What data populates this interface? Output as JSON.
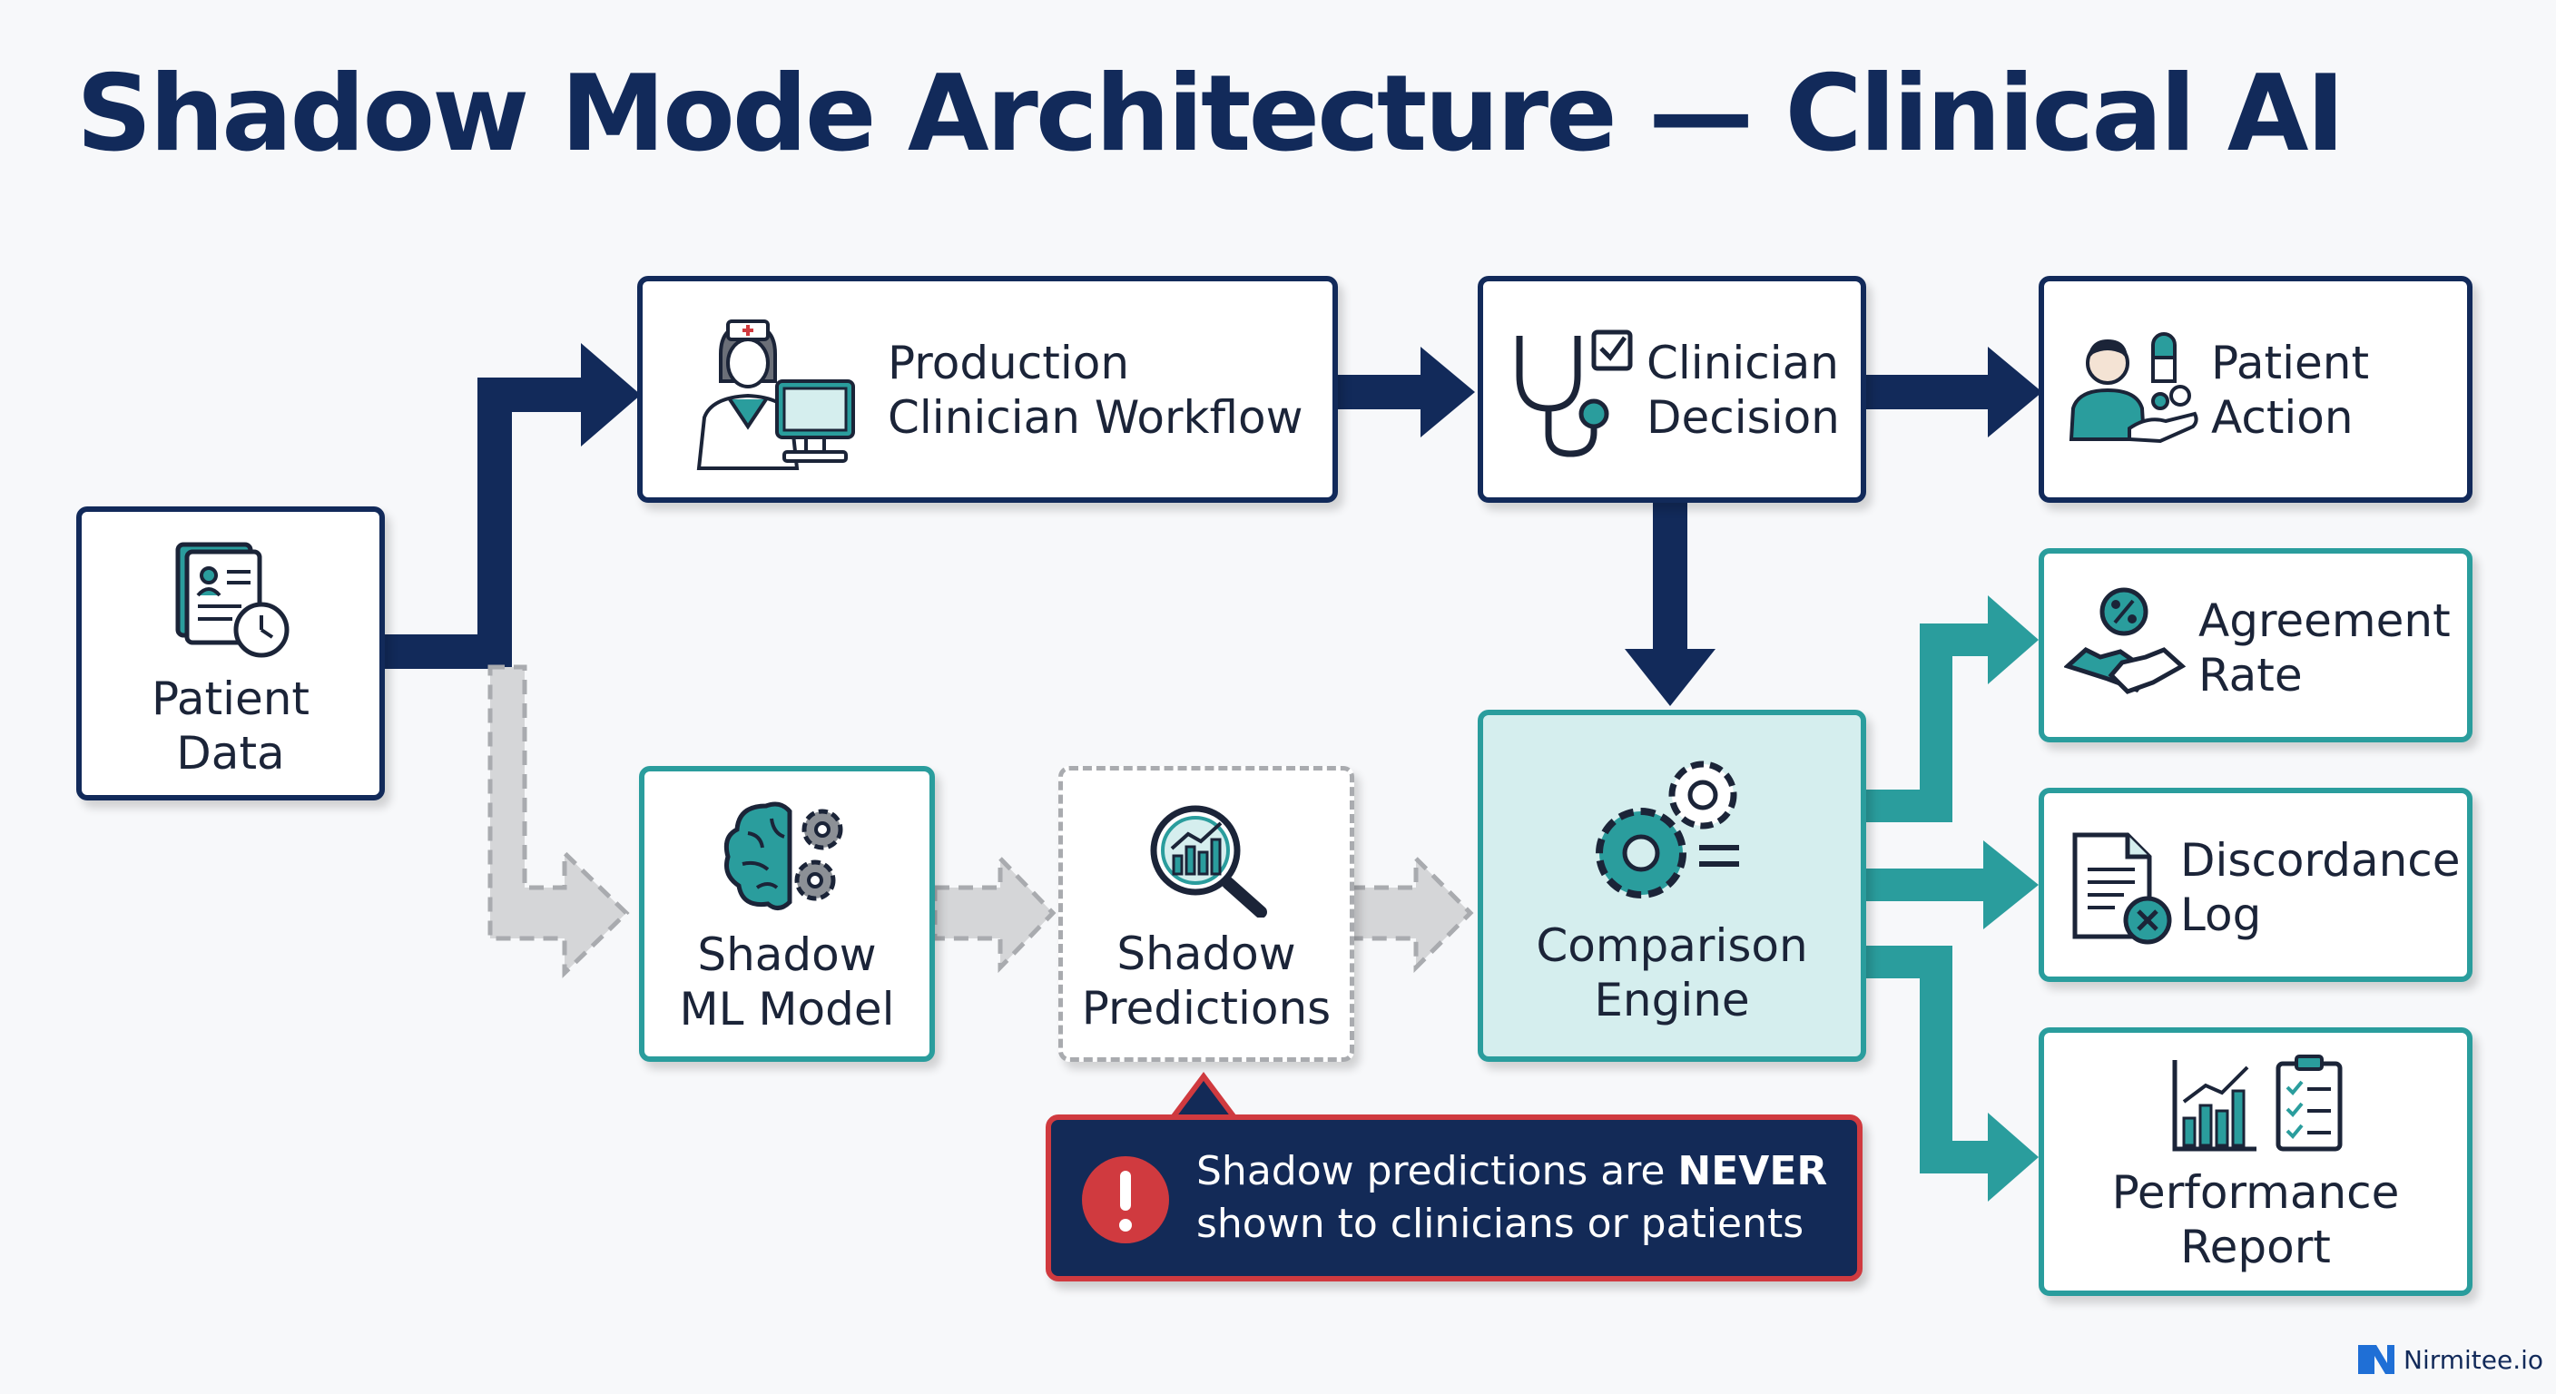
{
  "title": "Shadow Mode Architecture — Clinical AI",
  "nodes": {
    "patient_data": {
      "line1": "Patient",
      "line2": "Data",
      "icon": "patient-record-clock-icon"
    },
    "production_workflow": {
      "line1": "Production",
      "line2": "Clinician Workflow",
      "icon": "nurse-computer-icon"
    },
    "clinician_decision": {
      "line1": "Clinician",
      "line2": "Decision",
      "icon": "stethoscope-check-icon"
    },
    "patient_action": {
      "line1": "Patient",
      "line2": "Action",
      "icon": "patient-medication-icon"
    },
    "shadow_model": {
      "line1": "Shadow",
      "line2": "ML Model",
      "icon": "brain-gears-icon"
    },
    "shadow_predictions": {
      "line1": "Shadow",
      "line2": "Predictions",
      "icon": "magnifier-chart-icon"
    },
    "comparison_engine": {
      "line1": "Comparison",
      "line2": "Engine",
      "icon": "gears-equals-icon"
    },
    "agreement_rate": {
      "line1": "Agreement",
      "line2": "Rate",
      "icon": "handshake-percent-icon"
    },
    "discordance_log": {
      "line1": "Discordance",
      "line2": "Log",
      "icon": "document-x-icon"
    },
    "performance_report": {
      "line1": "Performance",
      "line2": "Report",
      "icon": "chart-clipboard-icon"
    }
  },
  "warning": {
    "line1_prefix": "Shadow predictions are ",
    "line1_emphasis": "NEVER",
    "line2": "shown to clinicians or patients",
    "icon": "exclamation-icon"
  },
  "brand": {
    "name": "Nirmitee.io",
    "icon": "nirmitee-logo-icon"
  },
  "colors": {
    "navy": "#122a5a",
    "teal": "#2a9d9d",
    "gray": "#c6c7ca",
    "warning_red": "#d03a3f",
    "highlight": "#d5eeee"
  }
}
